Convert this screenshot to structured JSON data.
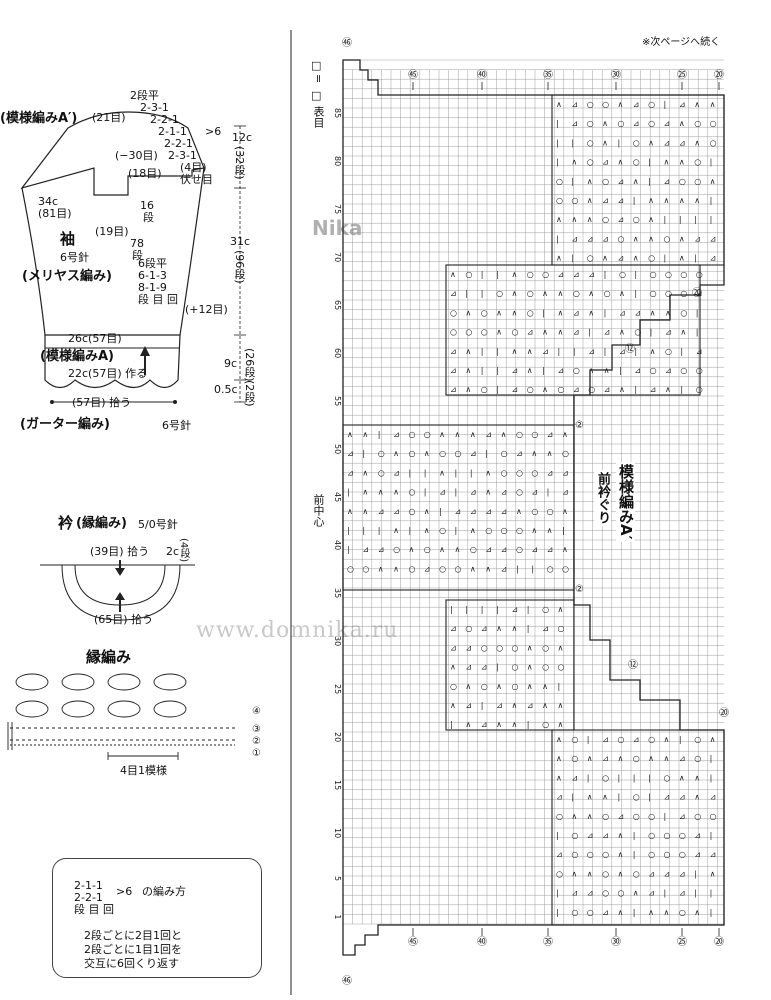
{
  "header_note": "※次ページへ続く",
  "watermark": "www.domnika.ru",
  "logo_text": "Nika",
  "sleeve": {
    "pattern_a_prime": "(模様編みA′)",
    "top_count": "(21目)",
    "decrease_lines": [
      "2段平",
      "2-3-1",
      "2-2-1",
      "2-1-1",
      "2-2-1",
      "2-3-1"
    ],
    "decrease_times": ">6",
    "bind_off_count": "(4目)",
    "bind_off_label": "伏せ目",
    "minus_30": "(−30目)",
    "count_18": "(18目)",
    "count_19": "(19目)",
    "width_34c": "34c",
    "count_81": "(81目)",
    "dim_16": "16",
    "dim_16_unit": "段",
    "dim_78": "78",
    "dim_78_unit": "段",
    "title": "袖",
    "needle": "6号針",
    "stitch": "(メリヤス編み)",
    "increase_lines": [
      "6段平",
      "6-1-3",
      "8-1-9",
      "段 目 回"
    ],
    "plus_12": "(+12目)",
    "width_26c": "26c(57目)",
    "pattern_a": "(模様編みA)",
    "cast_on": "22c(57目) 作る",
    "pickup": "(57目) 拾う",
    "garter": "(ガーター編み)",
    "garter_needle": "6号針",
    "height_12c": "12c",
    "height_12_rows": "(32段)",
    "height_31c": "31c",
    "height_31_rows": "(96段)",
    "height_9c": "9c",
    "height_9_rows": "(26段)",
    "height_05c": "0.5c",
    "height_05_rows": "(2段)"
  },
  "collar": {
    "title": "衿",
    "stitch": "(縁編み)",
    "hook": "5/0号針",
    "pickup_39": "(39目) 拾う",
    "width": "2c",
    "rows": "(4段)",
    "pickup_65": "(65目) 拾う"
  },
  "edging": {
    "title": "縁編み",
    "rows": [
      "④",
      "③",
      "②",
      "①"
    ],
    "repeat": "4目1模様"
  },
  "note": {
    "line1": "2-1-1",
    "line2": "2-2-1",
    "brace": ">6",
    "method": "の編み方",
    "legend": "段 目 回",
    "desc1": "2段ごとに2目1回と",
    "desc2": "2段ごとに1目1回を",
    "desc3": "交互に6回くり返す"
  },
  "chart": {
    "symbol_legend_1": "□",
    "symbol_legend_2": "=",
    "symbol_legend_3": "□",
    "symbol_legend_4": "表目",
    "title": "模様編みA′",
    "subtitle": "前衿ぐり",
    "center_label": "前中心",
    "row_numbers": [
      "85",
      "80",
      "75",
      "70",
      "65",
      "60",
      "55",
      "50",
      "45",
      "40",
      "35",
      "30",
      "25",
      "20",
      "15",
      "10",
      "5",
      "1"
    ],
    "top_markers": [
      "㊺",
      "㊵",
      "㉟",
      "㉚",
      "㉕",
      "⑳"
    ],
    "bottom_markers": [
      "㊺",
      "㊵",
      "㉟",
      "㉚",
      "㉕",
      "⑳"
    ],
    "side_markers": [
      "⑳",
      "⑫",
      "②",
      "②",
      "⑫",
      "⑳"
    ],
    "corner_top": "㊻",
    "corner_bottom": "㊻"
  }
}
